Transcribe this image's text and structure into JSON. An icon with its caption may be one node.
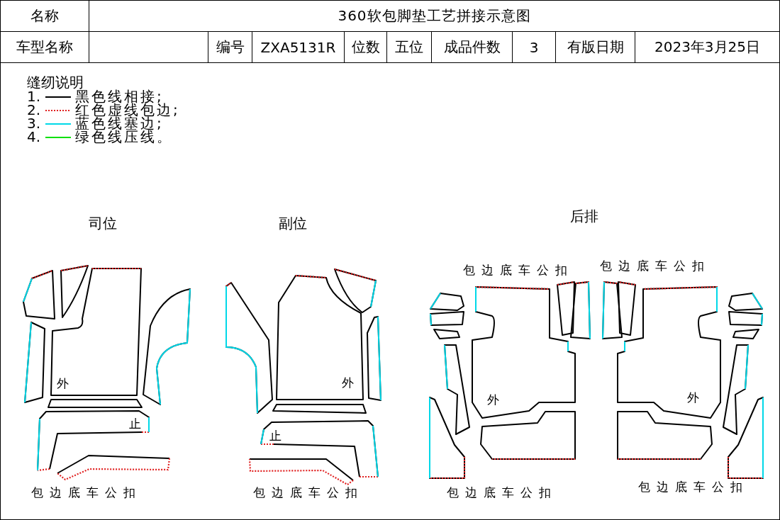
{
  "diagram": {
    "labels": [
      "名称",
      "360软包脚垫工艺拼接示意图",
      "车型名称",
      "编号",
      "ZXA5131R",
      "位数",
      "五位",
      "成品件数",
      "3",
      "有版日期",
      "2023年3月25日",
      "缝纫说明",
      "1.",
      "2.",
      "3.",
      "4.",
      "后排",
      "司位",
      "副位",
      "包边底车公扣",
      "包边底车公扣",
      "外",
      "外",
      "外",
      "外",
      "止",
      "止",
      "包边底车公扣",
      "包边底车公扣",
      "包边底车公扣",
      "包边底车公扣"
    ],
    "legend": [
      {
        "text": "黑色线相接;"
      },
      {
        "text": "红色虚线包边;"
      },
      {
        "text": "蓝色线塞边;"
      },
      {
        "text": "绿色线压线。"
      }
    ]
  }
}
